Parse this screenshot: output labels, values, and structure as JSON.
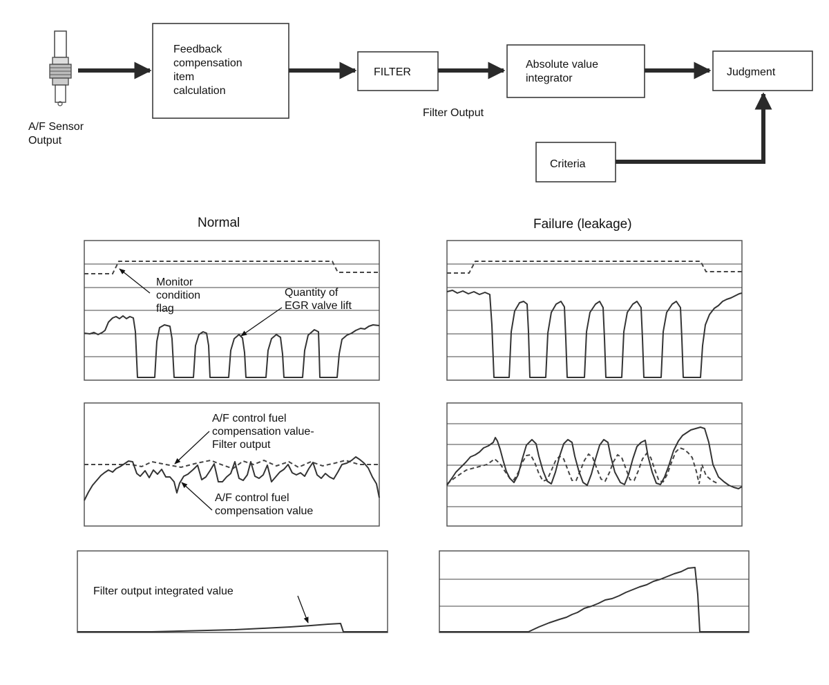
{
  "flow": {
    "sensor_label": [
      "A/F Sensor",
      "Output"
    ],
    "feedback_box": [
      "Feedback",
      "compensation",
      "item",
      "calculation"
    ],
    "filter_box": "FILTER",
    "filter_output": "Filter Output",
    "integrator_box": [
      "Absolute value",
      "integrator"
    ],
    "judgment_box": "Judgment",
    "criteria_box": "Criteria"
  },
  "panels": {
    "normal_title": "Normal",
    "failure_title": "Failure (leakage)"
  },
  "annotations": {
    "monitor_flag": [
      "Monitor",
      "condition",
      "flag"
    ],
    "egr_lift": [
      "Quantity of",
      "EGR valve lift"
    ],
    "filter_output_label": [
      "A/F control fuel",
      "compensation value-",
      "Filter output"
    ],
    "comp_value_label": [
      "A/F control fuel",
      "compensation value"
    ],
    "integrated_label": "Filter output integrated value"
  },
  "colors": {
    "line": "#333333",
    "frame": "#555555",
    "background": "#ffffff"
  }
}
